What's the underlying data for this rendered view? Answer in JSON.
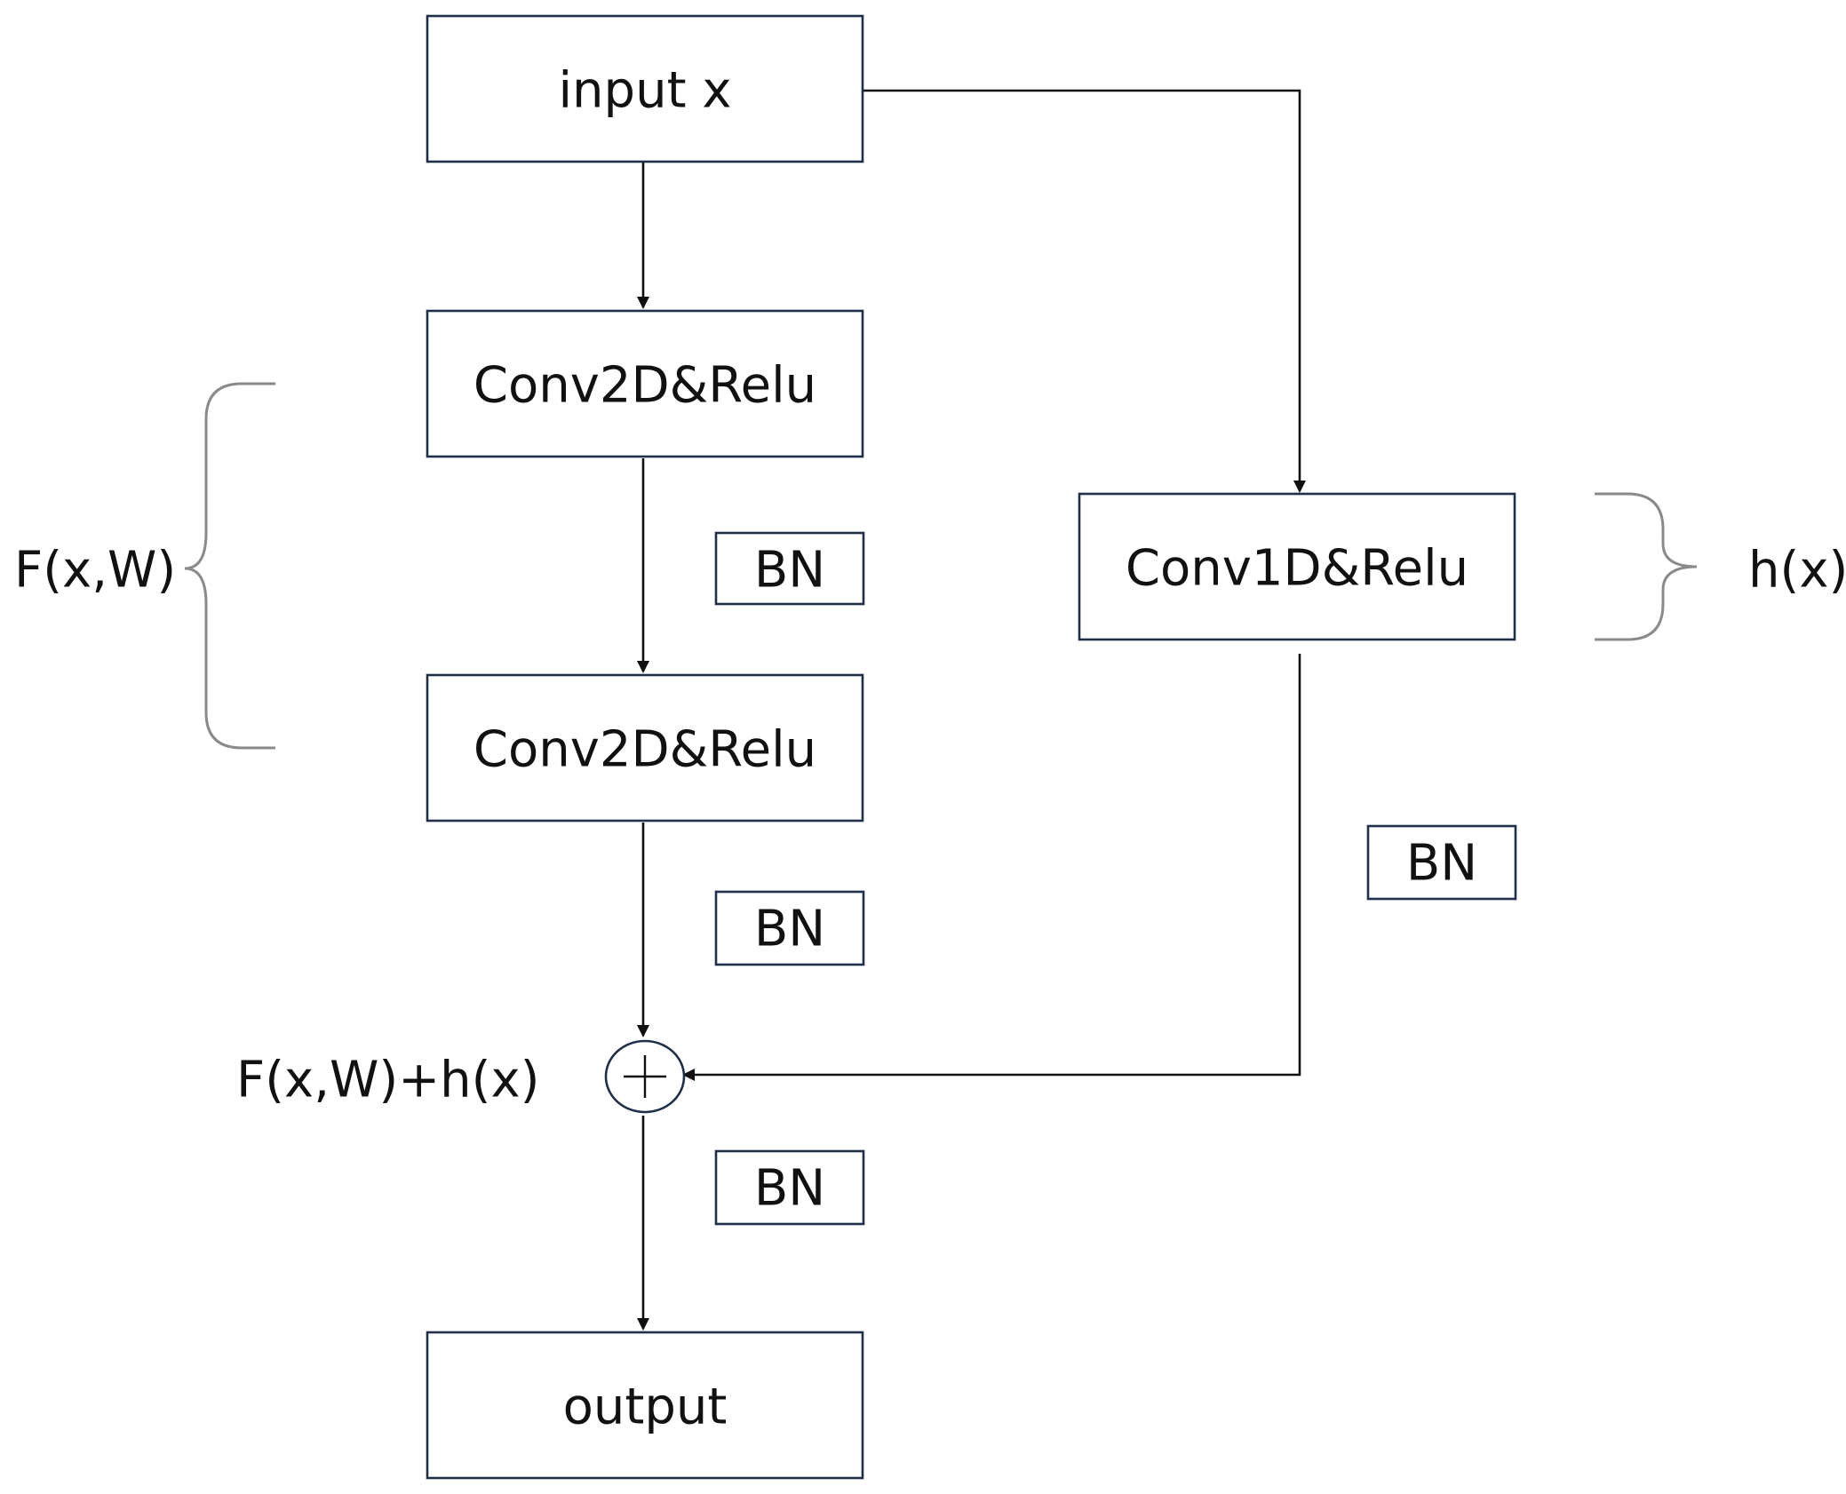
{
  "nodes": {
    "input": "input x",
    "conv2d_1": "Conv2D&Relu",
    "conv2d_2": "Conv2D&Relu",
    "conv1d": "Conv1D&Relu",
    "output": "output"
  },
  "bn_labels": {
    "bn_after_conv2d_1": "BN",
    "bn_after_conv2d_2": "BN",
    "bn_shortcut": "BN",
    "bn_after_sum": "BN"
  },
  "annotations": {
    "residual_function": "F(x,W)",
    "shortcut_function": "h(x)",
    "sum_expression": "F(x,W)+h(x)"
  },
  "adder_symbol": "circle-plus",
  "colors": {
    "box_border": "#1f2f4a",
    "line": "#111111",
    "brace": "#8a8a8a"
  }
}
